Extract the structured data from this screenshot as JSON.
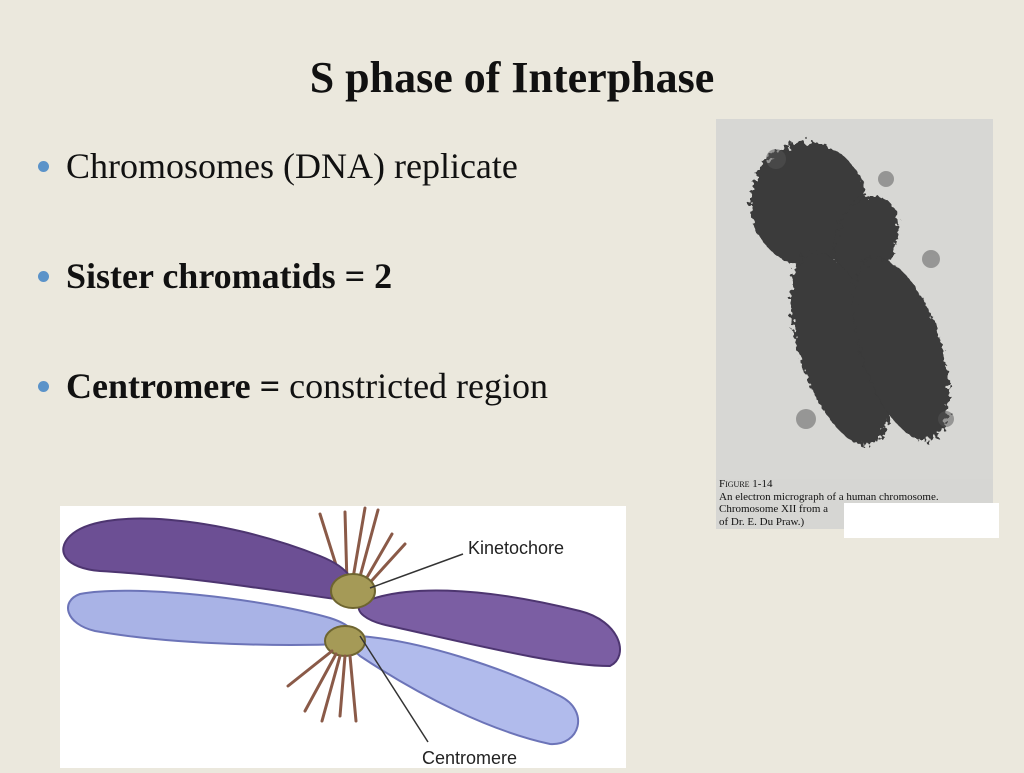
{
  "slide": {
    "title": "S phase of Interphase",
    "bullets": [
      {
        "bold": "",
        "normal": "Chromosomes (DNA)  replicate"
      },
      {
        "bold": "Sister chromatids = 2",
        "normal": ""
      },
      {
        "bold": "Centromere =",
        "normal": " constricted region"
      }
    ]
  },
  "micrograph": {
    "figure_label": "Figure 1-14",
    "caption_line1": "An electron micrograph of a human chromosome.",
    "caption_line2": "Chromosome XII from a",
    "caption_line3": "of Dr. E. Du Praw.)"
  },
  "diagram": {
    "label_top": "Kinetochore",
    "label_bottom": "Centromere"
  },
  "colors": {
    "background": "#ebe8dd",
    "bullet": "#5b93c9",
    "chromatid_dark": "#6c4f94",
    "chromatid_light": "#a9b3e6",
    "centromere": "#a59a57"
  }
}
